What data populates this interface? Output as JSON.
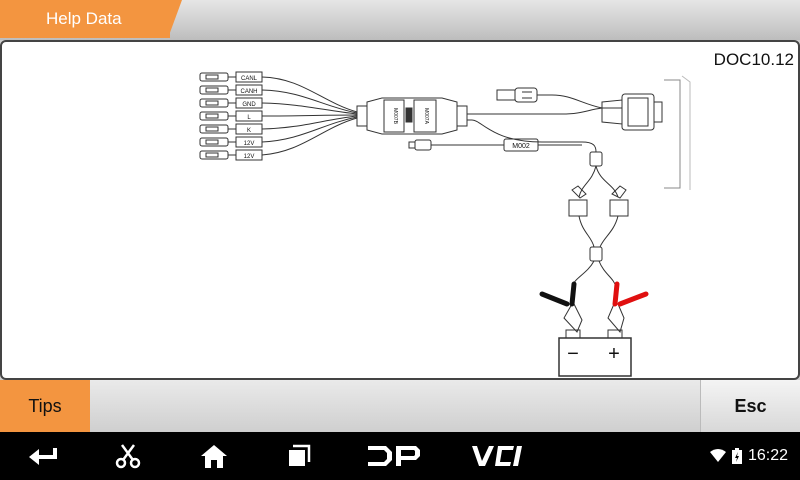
{
  "header": {
    "title": "Help Data"
  },
  "content": {
    "doc_id": "DOC10.12",
    "cable_labels": [
      "CANL",
      "CANH",
      "GND",
      "L",
      "K",
      "12V",
      "12V"
    ],
    "connector_labels": [
      "M007B",
      "M007A"
    ],
    "cable_tag": "M002",
    "battery": {
      "negative": "−",
      "positive": "+"
    }
  },
  "footer": {
    "tips_label": "Tips",
    "esc_label": "Esc"
  },
  "navbar": {
    "icons": [
      "back-icon",
      "scissors-icon",
      "home-icon",
      "recent-apps-icon",
      "dp-icon",
      "vci-icon"
    ],
    "dp_label": "DP",
    "vci_label": "VCI",
    "time": "16:22"
  },
  "colors": {
    "accent": "#f39540",
    "clip_red": "#e01010",
    "clip_black": "#111111"
  }
}
